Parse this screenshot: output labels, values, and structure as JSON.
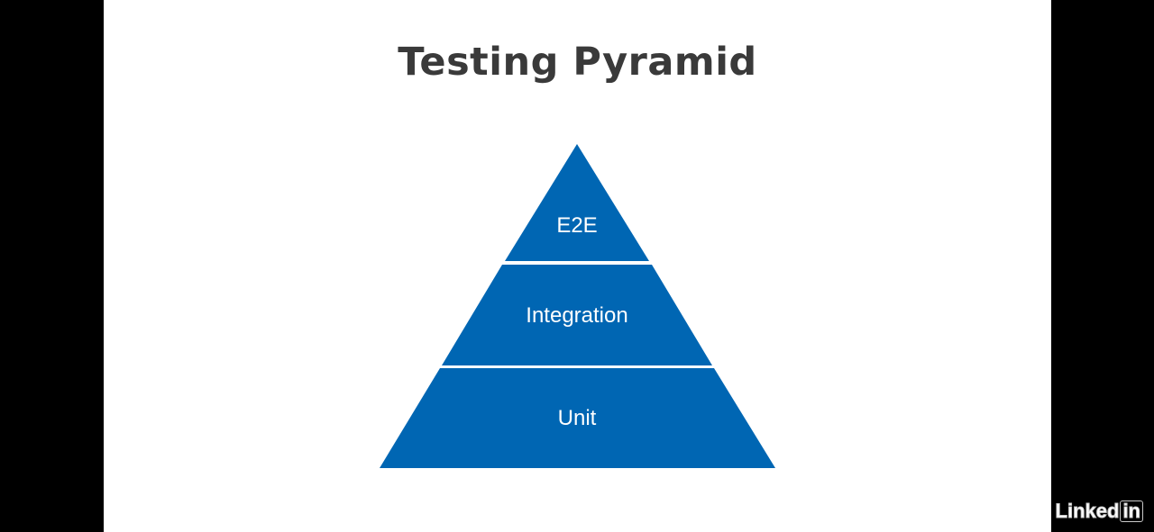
{
  "slide": {
    "title": "Testing Pyramid"
  },
  "pyramid": {
    "tiers": [
      {
        "label": "E2E"
      },
      {
        "label": "Integration"
      },
      {
        "label": "Unit"
      }
    ],
    "fill_color": "#0066b3",
    "separator_color": "#ffffff"
  },
  "watermark": {
    "brand_left": "Linked",
    "brand_right": "in"
  },
  "colors": {
    "letterbox": "#000000",
    "slide_background": "#ffffff",
    "title_text": "#3a3a3a"
  }
}
